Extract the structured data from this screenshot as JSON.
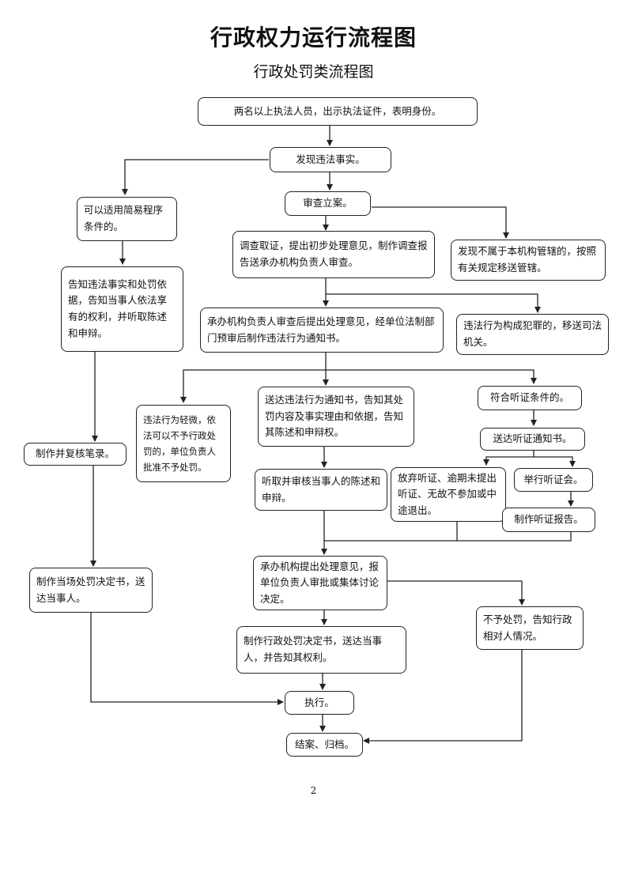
{
  "title": "行政权力运行流程图",
  "subtitle": "行政处罚类流程图",
  "page_number": "2",
  "nodes": {
    "officers": "两名以上执法人员，出示执法证件，表明身份。",
    "discover": "发现违法事实。",
    "simple_condition": "可以适用简易程序条件的。",
    "register": "审查立案。",
    "inform_rights": "告知违法事实和处罚依据，告知当事人依法享有的权利，并听取陈述和申辩。",
    "investigate": "调查取证，提出初步处理意见，制作调查报告送承办机构负责人审查。",
    "transfer_jurisdiction": "发现不属于本机构管辖的，按照有关规定移送管辖。",
    "review_notice": "承办机构负责人审查后提出处理意见，经单位法制部门预审后制作违法行为通知书。",
    "crime_transfer": "违法行为构成犯罪的，移送司法机关。",
    "minor_violation": "违法行为轻微，依法可以不予行政处罚的，单位负责人批准不予处罚。",
    "deliver_notice": "送达违法行为通知书，告知其处罚内容及事实理由和依据，告知其陈述和申辩权。",
    "hearing_condition": "符合听证条件的。",
    "make_record": "制作并复核笔录。",
    "hearing_notice": "送达听证通知书。",
    "listen_defense": "听取并审核当事人的陈述和申辩。",
    "waive_hearing": "放弃听证、逾期未提出听证、无故不参加或中途退出。",
    "hold_hearing": "举行听证会。",
    "hearing_report": "制作听证报告。",
    "spot_decision": "制作当场处罚决定书，送达当事人。",
    "propose_opinion": "承办机构提出处理意见，报单位负责人审批或集体讨论决定。",
    "no_penalty": "不予处罚，告知行政相对人情况。",
    "penalty_decision": "制作行政处罚决定书，送达当事人，并告知其权利。",
    "execute": "执行。",
    "close_file": "结案、归档。"
  }
}
